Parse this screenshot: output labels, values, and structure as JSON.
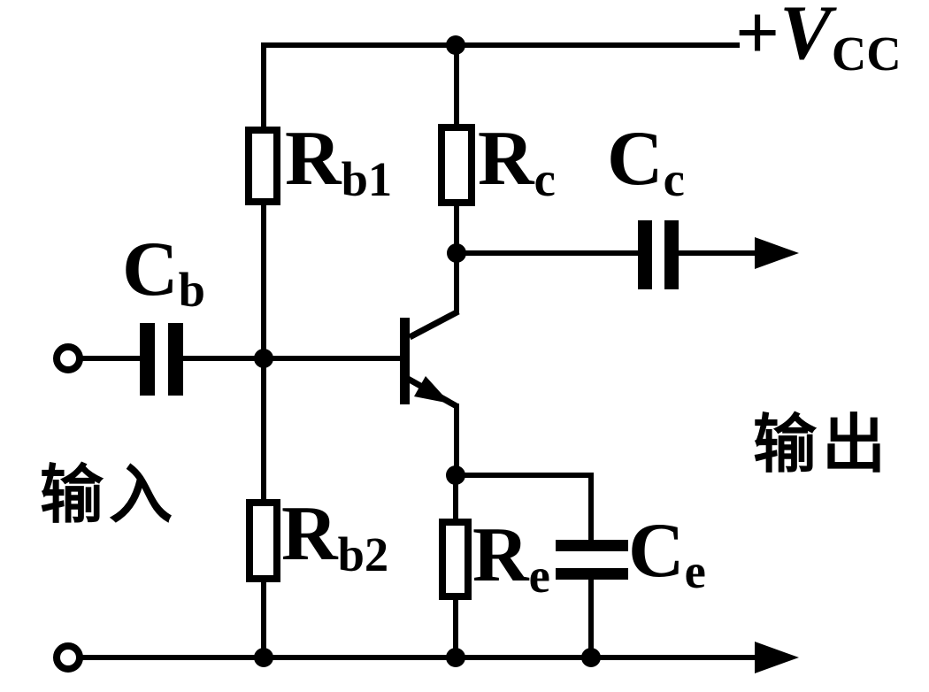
{
  "diagram_type": "common-emitter-amplifier-circuit",
  "colors": {
    "line": "#000000",
    "background": "#ffffff"
  },
  "power": {
    "prefix": "+",
    "symbol": "V",
    "subscript": "CC"
  },
  "ports": {
    "input_label": "输入",
    "output_label": "输出"
  },
  "components": [
    {
      "id": "Rb1",
      "type": "resistor",
      "label": "R",
      "subscript": "b1",
      "role": "upper-bias-resistor"
    },
    {
      "id": "Rb2",
      "type": "resistor",
      "label": "R",
      "subscript": "b2",
      "role": "lower-bias-resistor"
    },
    {
      "id": "Rc",
      "type": "resistor",
      "label": "R",
      "subscript": "c",
      "role": "collector-resistor"
    },
    {
      "id": "Re",
      "type": "resistor",
      "label": "R",
      "subscript": "e",
      "role": "emitter-resistor"
    },
    {
      "id": "Cb",
      "type": "capacitor",
      "label": "C",
      "subscript": "b",
      "role": "input-coupling-capacitor"
    },
    {
      "id": "Cc",
      "type": "capacitor",
      "label": "C",
      "subscript": "c",
      "role": "output-coupling-capacitor"
    },
    {
      "id": "Ce",
      "type": "capacitor",
      "label": "C",
      "subscript": "e",
      "role": "emitter-bypass-capacitor"
    },
    {
      "id": "VT",
      "type": "npn-transistor",
      "label": "",
      "subscript": "",
      "role": "amplifying-transistor"
    }
  ]
}
